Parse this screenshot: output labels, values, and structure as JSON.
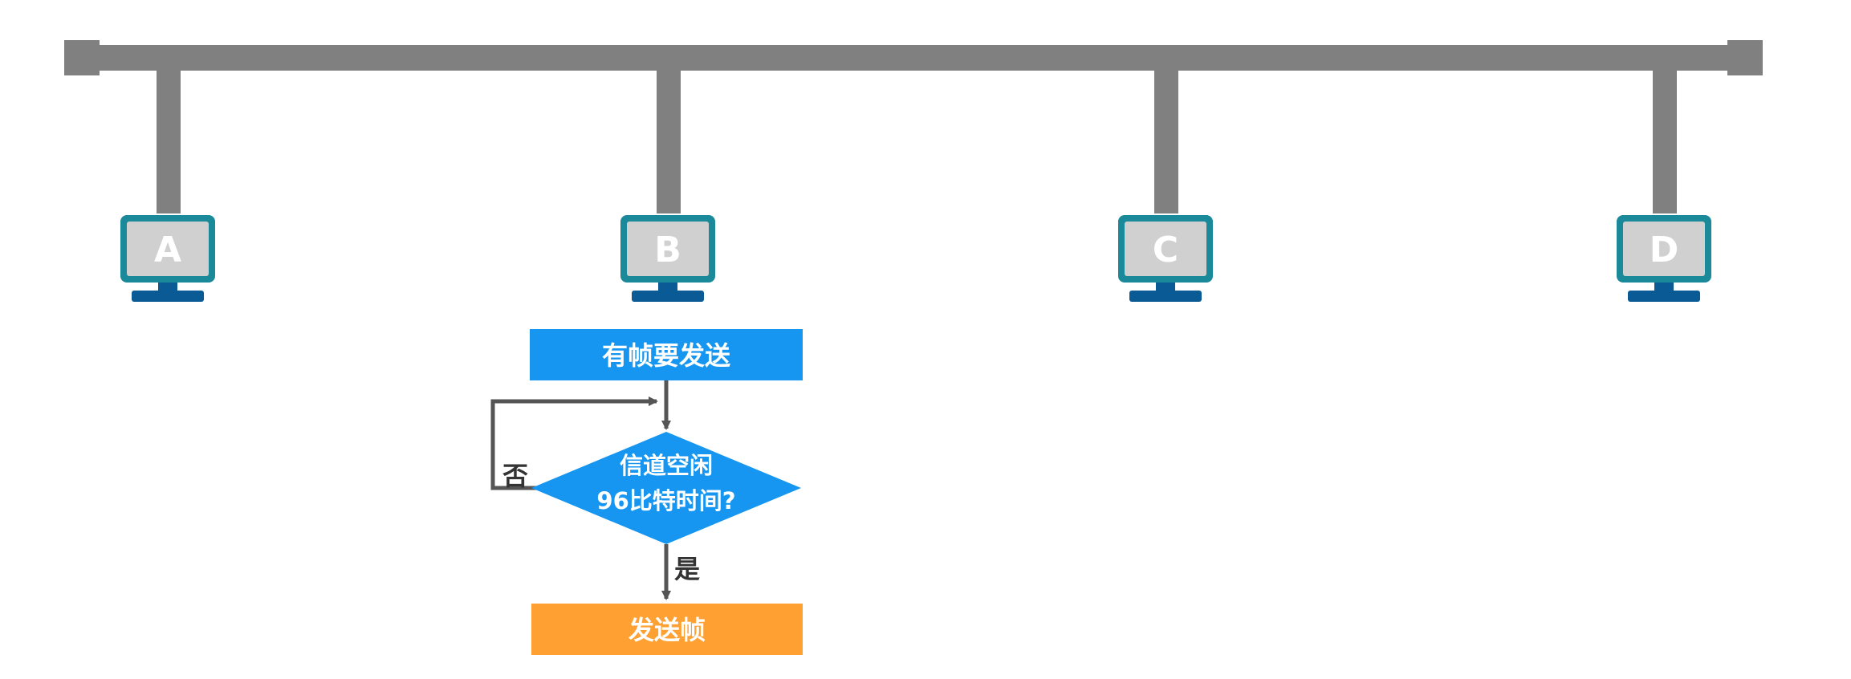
{
  "stations": [
    {
      "id": "A",
      "label": "A"
    },
    {
      "id": "B",
      "label": "B"
    },
    {
      "id": "C",
      "label": "C"
    },
    {
      "id": "D",
      "label": "D"
    }
  ],
  "flowchart": {
    "start_label": "有帧要发送",
    "decision_line1": "信道空闲",
    "decision_line2": "96比特时间?",
    "no_label": "否",
    "yes_label": "是",
    "end_label": "发送帧"
  },
  "colors": {
    "bus": "#808080",
    "monitor_frame": "#1a8a9a",
    "monitor_screen": "#d0d0d0",
    "monitor_stand": "#0a5a96",
    "start_box": "#1696f0",
    "decision": "#1696f0",
    "end_box": "#ffa033",
    "arrow": "#555555"
  }
}
